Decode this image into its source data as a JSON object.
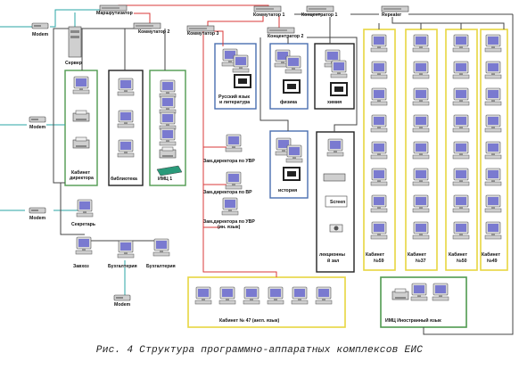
{
  "labels": {
    "router": "Маршрутизатор",
    "switch1": "Коммутатор 1",
    "switch2": "Коммутатор 2",
    "switch3": "Коммутатор 3",
    "concentrator1": "Концентратор 1",
    "concentrator2": "Концентратор 2",
    "repeater": "Repeater",
    "server": "Сервер",
    "modem1": "Modem",
    "modem2": "Modem",
    "modem3": "Modem",
    "modem4": "Modem",
    "director_office_line1": "Кабинет",
    "director_office_line2": "директора",
    "library": "библиотека",
    "imc1": "ИМЦ 1",
    "russian_line1": "Русский язык",
    "russian_line2": "и литература",
    "physics": "физика",
    "chemistry": "химия",
    "history": "история",
    "deputy_uvr": "Зам.директора по УВР",
    "deputy_vr": "Зам.директора по ВР",
    "deputy_uvr_lang_line1": "Зам.директора по УВР",
    "deputy_uvr_lang_line2": "(ин. язык)",
    "secretary": "Секретарь",
    "zavhoz": "Завхоз",
    "accounting1": "Бухгалтерия",
    "accounting2": "Бухгалтерия",
    "screen": "Screen",
    "lecture_line1": "лекционны",
    "lecture_line2": "й зал",
    "cab59_line1": "Кабинет",
    "cab59_line2": "№59",
    "cab37_line1": "Кабинет",
    "cab37_line2": "№37",
    "cab50_line1": "Кабинет",
    "cab50_line2": "№50",
    "cab49_line1": "Кабинет",
    "cab49_line2": "№49",
    "cab47": "Кабинет № 47 (англ. язык)",
    "imc_foreign": "ИМЦ Иностранный язык"
  },
  "caption": "Рис. 4 Структура программно-аппаратных комплексов ЕИС",
  "colors": {
    "green_box": "#4f9a4f",
    "blue_box": "#4a6fb0",
    "yellow_box": "#e8d640",
    "black_box": "#222222",
    "red_line": "#d83a3a",
    "teal_line": "#2aa6a6",
    "black_line": "#444444",
    "monitor_screen": "#7a7ad0",
    "monitor_body": "#d9d9d9"
  }
}
